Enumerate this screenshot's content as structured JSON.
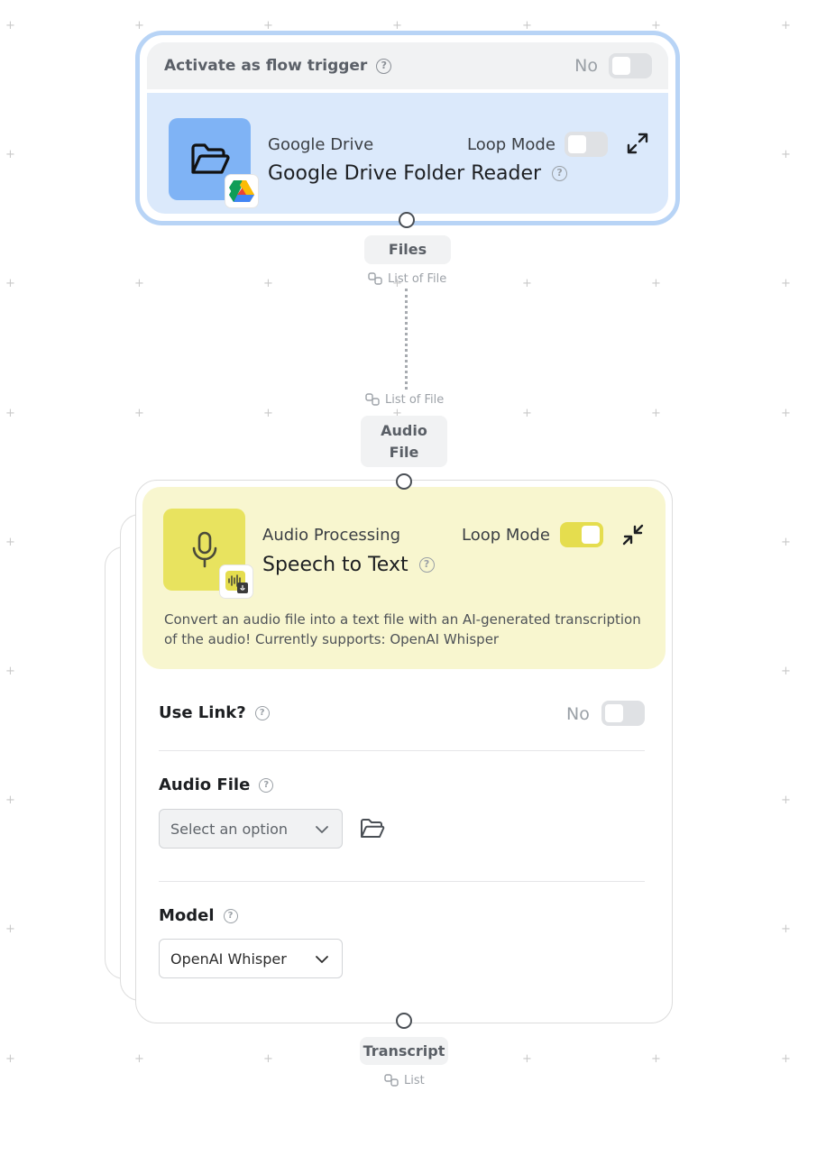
{
  "colors": {
    "node1_border": "#b8d4f6",
    "node1_bg": "#dbe9fb",
    "google_tile": "#7fb3f5",
    "node2_header_bg": "#f8f6cf",
    "audio_tile": "#e8e35f",
    "toggle_on": "#e5dd4e",
    "toggle_off": "#dfe1e4"
  },
  "node1": {
    "trigger_label": "Activate as flow trigger",
    "trigger_value": "No",
    "trigger_on": false,
    "category": "Google Drive",
    "title": "Google Drive Folder Reader",
    "loop_mode_label": "Loop Mode",
    "loop_mode_on": false,
    "icon": "folder-open-icon",
    "badge_icon": "google-drive-icon",
    "expand_icon": "expand-icon",
    "output": {
      "label": "Files",
      "type": "List of File"
    }
  },
  "connector": {
    "input_type": "List of File"
  },
  "node2": {
    "input": {
      "label_line1": "Audio",
      "label_line2": "File"
    },
    "category": "Audio Processing",
    "title": "Speech to Text",
    "loop_mode_label": "Loop Mode",
    "loop_mode_on": true,
    "icon": "microphone-icon",
    "badge_icon": "speech-to-text-icon",
    "collapse_icon": "collapse-icon",
    "description": "Convert an audio file into a text file with an AI-generated transcription of the audio! Currently supports: OpenAI Whisper",
    "fields": {
      "use_link": {
        "label": "Use Link?",
        "value": "No",
        "on": false
      },
      "audio_file": {
        "label": "Audio File",
        "placeholder": "Select an option"
      },
      "model": {
        "label": "Model",
        "value": "OpenAI Whisper"
      }
    },
    "output": {
      "label": "Transcript",
      "type": "List"
    }
  }
}
